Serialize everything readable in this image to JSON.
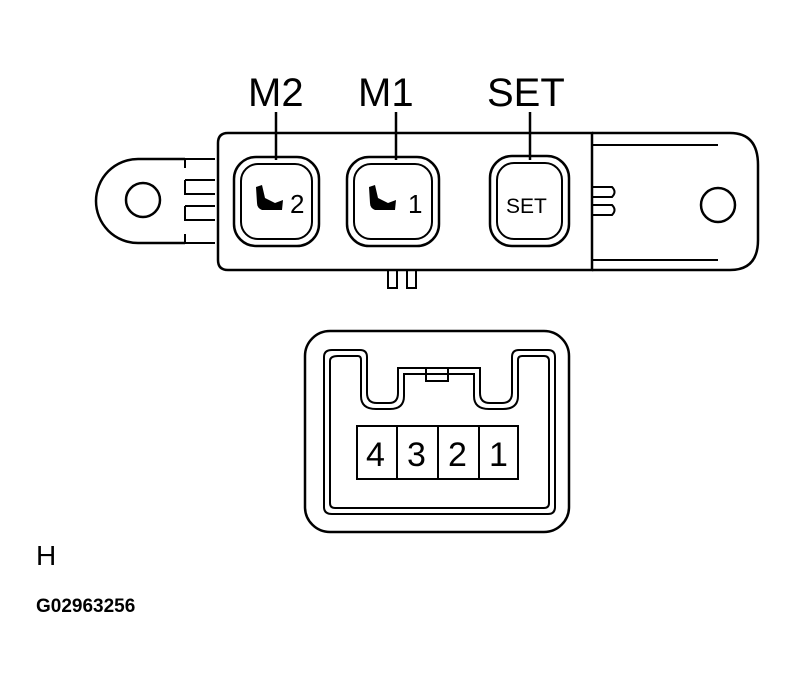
{
  "diagram": {
    "callouts": {
      "m2": "M2",
      "m1": "M1",
      "set": "SET"
    },
    "buttons": [
      {
        "id": "m2",
        "icon": "seat-icon",
        "number": "2"
      },
      {
        "id": "m1",
        "icon": "seat-icon",
        "number": "1"
      },
      {
        "id": "set",
        "label": "SET"
      }
    ],
    "connector": {
      "pins": [
        "4",
        "3",
        "2",
        "1"
      ]
    },
    "view_label": "H",
    "figure_code": "G02963256",
    "colors": {
      "line": "#000000",
      "background": "#ffffff"
    }
  }
}
